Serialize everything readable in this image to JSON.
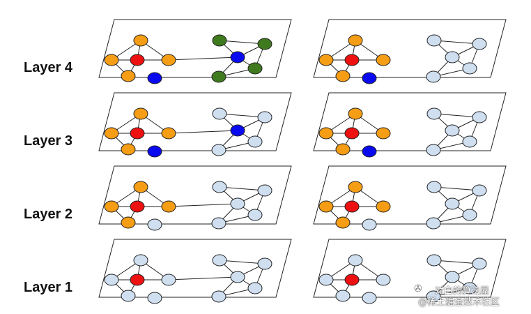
{
  "layers": [
    {
      "label": "Layer 4"
    },
    {
      "label": "Layer 3"
    },
    {
      "label": "Layer 2"
    },
    {
      "label": "Layer 1"
    }
  ],
  "colors": {
    "orange": "#f59d14",
    "red": "#ee1111",
    "blue": "#0a0af0",
    "green": "#3f7a1e",
    "light": "#cfdff0",
    "edge": "#222222",
    "panel_border": "#222222"
  },
  "watermark": {
    "line1": "对白的算法屋",
    "line2": "@稀土掘金技术社区",
    "icon": "wechat-icon"
  },
  "node_states": {
    "left": [
      [
        "orange",
        "red",
        "orange",
        "orange",
        "orange",
        "blue",
        "green",
        "green",
        "blue",
        "green",
        "green"
      ],
      [
        "orange",
        "red",
        "orange",
        "orange",
        "orange",
        "blue",
        "light",
        "light",
        "blue",
        "light",
        "light"
      ],
      [
        "orange",
        "red",
        "orange",
        "orange",
        "orange",
        "light",
        "light",
        "light",
        "light",
        "light",
        "light"
      ],
      [
        "light",
        "red",
        "light",
        "light",
        "light",
        "light",
        "light",
        "light",
        "light",
        "light",
        "light"
      ]
    ],
    "right": [
      [
        "orange",
        "red",
        "orange",
        "orange",
        "orange",
        "blue",
        "light",
        "light",
        "light",
        "light",
        "light"
      ],
      [
        "orange",
        "red",
        "orange",
        "orange",
        "orange",
        "blue",
        "light",
        "light",
        "light",
        "light",
        "light"
      ],
      [
        "orange",
        "red",
        "orange",
        "orange",
        "orange",
        "light",
        "light",
        "light",
        "light",
        "light",
        "light"
      ],
      [
        "light",
        "red",
        "light",
        "light",
        "light",
        "light",
        "light",
        "light",
        "light",
        "light",
        "light"
      ]
    ]
  }
}
